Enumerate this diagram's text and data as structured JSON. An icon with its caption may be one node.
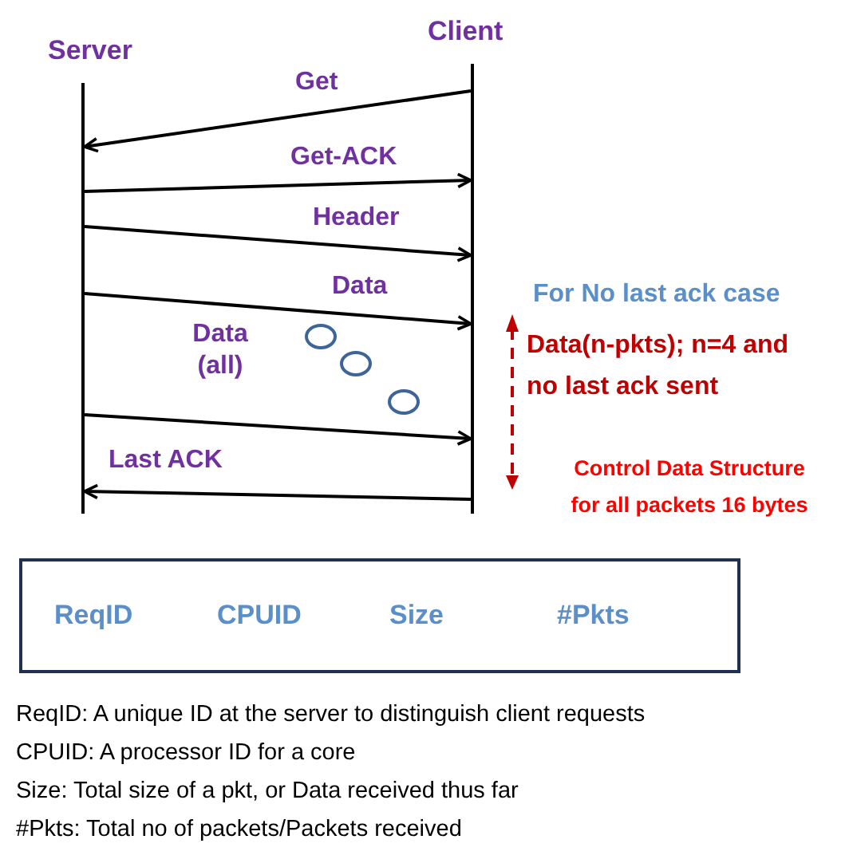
{
  "diagram": {
    "nodes": [
      {
        "text": [
          "Server"
        ]
      },
      {
        "text": [
          "Client"
        ]
      },
      {
        "text": [
          "ReqID",
          "CPUID",
          "Size",
          "#Pkts"
        ]
      }
    ],
    "edges": [
      {
        "from": 1,
        "to": 0,
        "arrow": "to",
        "label": "Get"
      },
      {
        "from": 0,
        "to": 1,
        "arrow": "to",
        "label": "Get-ACK"
      },
      {
        "from": 0,
        "to": 1,
        "arrow": "to",
        "label": "Header"
      },
      {
        "from": 0,
        "to": 1,
        "arrow": "to",
        "label": "Data"
      },
      {
        "from": 0,
        "to": 1,
        "arrow": "to",
        "label": "Data (all)"
      },
      {
        "from": 1,
        "to": 0,
        "arrow": "to",
        "label": "Last ACK"
      }
    ],
    "labels": [
      "For No last ack case",
      "Data(n-pkts); n=4 and no last ack sent",
      "Control Data Structure for all packets 16 bytes",
      "ReqID: A unique ID at the server to distinguish client requests",
      "CPUID: A processor ID for a core",
      "Size: Total size of a pkt, or Data received thus far",
      "#Pkts: Total no of packets/Packets received"
    ]
  }
}
